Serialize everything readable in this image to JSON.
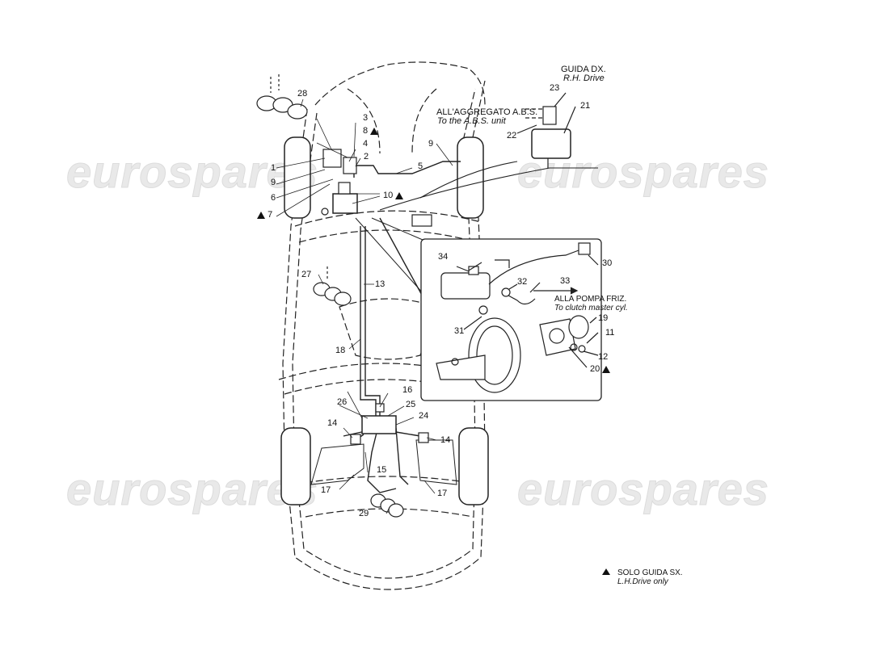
{
  "watermark": {
    "text": "eurospares"
  },
  "top_right": {
    "guida_dx": "GUIDA DX.",
    "rh_drive": "R.H. Drive",
    "to_abs_it": "ALL'AGGREGATO A.B.S.",
    "to_abs_en": "To the A.B.S. unit"
  },
  "inset": {
    "to_clutch_it": "ALLA POMPA FRIZ.",
    "to_clutch_en": "To clutch master cyl."
  },
  "legend": {
    "line1": "SOLO GUIDA SX.",
    "line2": "L.H.Drive only"
  },
  "callouts": {
    "n1": "1",
    "n2": "2",
    "n3": "3",
    "n4": "4",
    "n5": "5",
    "n6": "6",
    "n7": "7",
    "n8": "8",
    "n9a": "9",
    "n9b": "9",
    "n10": "10",
    "n11": "11",
    "n12": "12",
    "n13": "13",
    "n14a": "14",
    "n14b": "14",
    "n15": "15",
    "n16": "16",
    "n17a": "17",
    "n17b": "17",
    "n18": "18",
    "n19": "19",
    "n20": "20",
    "n21": "21",
    "n22": "22",
    "n23": "23",
    "n24": "24",
    "n25": "25",
    "n26": "26",
    "n27": "27",
    "n28": "28",
    "n29": "29",
    "n30": "30",
    "n31": "31",
    "n32": "32",
    "n33": "33",
    "n34": "34"
  }
}
